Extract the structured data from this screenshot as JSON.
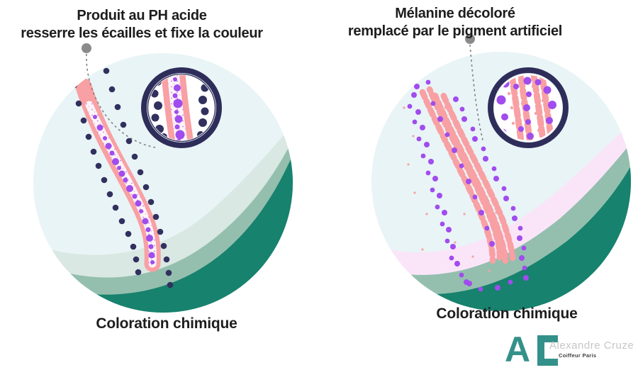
{
  "panels": [
    {
      "id": "left",
      "annotation": [
        "Produit au PH acide",
        "resserre les écailles et fixe la couleur"
      ],
      "caption": "Coloration chimique"
    },
    {
      "id": "right",
      "annotation": [
        "Mélanine décoloré",
        "remplacé par le pigment artificiel"
      ],
      "caption": "Coloration chimique"
    }
  ],
  "logo": {
    "letter_a": "A",
    "name": "Alexandre Cruze",
    "subtitle": "Coiffeur Paris"
  },
  "colors": {
    "background": "#ffffff",
    "circle_background": "#e9f4f6",
    "epidermis_pale": "#d9e8e2",
    "epidermis_sage": "#94bfae",
    "dermis_teal": "#17826e",
    "pink_product_layer": "#fae5f8",
    "hair_pink": "#f8a0a3",
    "pigment_purple": "#a04cee",
    "product_navy": "#31305e",
    "magnifier_ring_navy": "#2e2d5a",
    "callout_gray": "#8a8a8a",
    "text_dark": "#1d1d1d",
    "logo_teal": "#34918a",
    "logo_name_gray": "#c6c6c6"
  }
}
